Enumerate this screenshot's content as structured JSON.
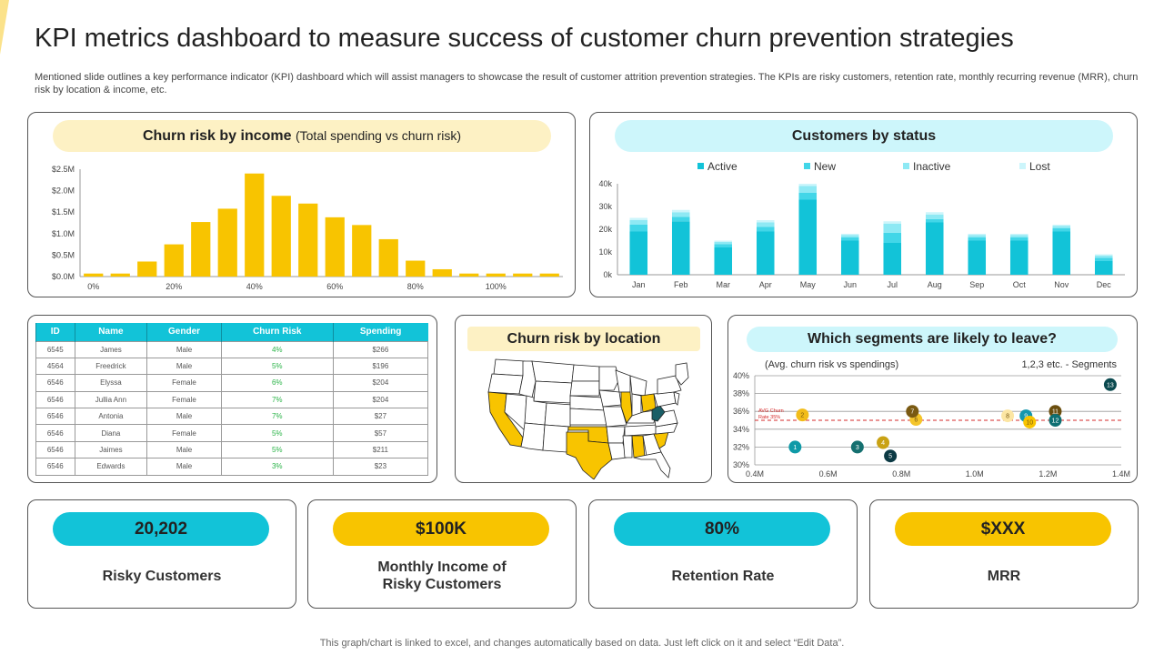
{
  "header": {
    "title": "KPI metrics dashboard to measure success of customer churn prevention strategies",
    "description": "Mentioned slide outlines a key performance indicator (KPI) dashboard which will assist managers to showcase the result of customer attrition prevention strategies. The KPIs are risky customers, retention rate, monthly recurring revenue (MRR), churn risk by location & income, etc."
  },
  "colors": {
    "yellow": "#f8c400",
    "cyan": "#12c3d8",
    "pale_yellow": "#fdf1c4",
    "pale_cyan": "#cdf6fb"
  },
  "income_panel": {
    "title": "Churn risk by income",
    "subtitle": "(Total spending vs churn risk)"
  },
  "status_panel": {
    "title": "Customers by status"
  },
  "location_panel": {
    "title": "Churn risk by location"
  },
  "segments_panel": {
    "title": "Which segments are likely to leave?",
    "note_left": "(Avg. churn risk vs spendings)",
    "note_right": "1,2,3 etc. - Segments",
    "avg_label_1": "AVG Churn",
    "avg_label_2": "Rate 35%"
  },
  "table": {
    "headers": [
      "ID",
      "Name",
      "Gender",
      "Churn Risk",
      "Spending"
    ],
    "rows": [
      [
        "6545",
        "James",
        "Male",
        "4%",
        "$266"
      ],
      [
        "4564",
        "Freedrick",
        "Male",
        "5%",
        "$196"
      ],
      [
        "6546",
        "Elyssa",
        "Female",
        "6%",
        "$204"
      ],
      [
        "6546",
        "Jullia Ann",
        "Female",
        "7%",
        "$204"
      ],
      [
        "6546",
        "Antonia",
        "Male",
        "7%",
        "$27"
      ],
      [
        "6546",
        "Diana",
        "Female",
        "5%",
        "$57"
      ],
      [
        "6546",
        "Jaimes",
        "Male",
        "5%",
        "$211"
      ],
      [
        "6546",
        "Edwards",
        "Male",
        "3%",
        "$23"
      ]
    ]
  },
  "kpis": [
    {
      "value": "20,202",
      "label_1": "Risky Customers",
      "label_2": ""
    },
    {
      "value": "$100K",
      "label_1": "Monthly Income of",
      "label_2": "Risky Customers"
    },
    {
      "value": "80%",
      "label_1": "Retention Rate",
      "label_2": ""
    },
    {
      "value": "$XXX",
      "label_1": "MRR",
      "label_2": ""
    }
  ],
  "footer": "This graph/chart is linked to excel,  and changes automatically based on data. Just left click on it and select “Edit Data”.",
  "chart_data": [
    {
      "type": "bar",
      "title": "Churn risk by income",
      "subtitle": "(Total spending vs churn risk)",
      "x": [
        0,
        6.7,
        13.3,
        20,
        26.7,
        33.3,
        40,
        46.7,
        53.3,
        60,
        66.7,
        73.3,
        80,
        86.7,
        93.3,
        100,
        106.7,
        113.3
      ],
      "values": [
        0.07,
        0.07,
        0.35,
        0.75,
        1.27,
        1.58,
        2.4,
        1.88,
        1.7,
        1.38,
        1.2,
        0.87,
        0.37,
        0.17,
        0.07,
        0.07,
        0.07,
        0.07
      ],
      "y_ticks": [
        "$0.0M",
        "$0.5M",
        "$1.0M",
        "$1.5M",
        "$2.0M",
        "$2.5M"
      ],
      "x_ticks": [
        "0%",
        "20%",
        "40%",
        "60%",
        "80%",
        "100%"
      ],
      "ylim": [
        0,
        2.5
      ],
      "color": "#f8c400"
    },
    {
      "type": "bar",
      "stacked": true,
      "title": "Customers by status",
      "categories": [
        "Jan",
        "Feb",
        "Mar",
        "Apr",
        "May",
        "Jun",
        "Jul",
        "Aug",
        "Sep",
        "Oct",
        "Nov",
        "Dec"
      ],
      "series": [
        {
          "name": "Active",
          "color": "#12c3d8",
          "values": [
            19,
            23.5,
            12,
            19,
            33,
            15,
            14,
            23,
            15,
            15,
            19,
            6
          ]
        },
        {
          "name": "New",
          "color": "#42d6e8",
          "values": [
            3,
            2,
            1.5,
            2,
            3,
            1.5,
            4.5,
            1.5,
            1.5,
            1.5,
            1.5,
            1.5
          ]
        },
        {
          "name": "Inactive",
          "color": "#8ee9f4",
          "values": [
            2,
            2,
            1,
            2,
            3,
            1,
            4,
            2,
            1,
            1,
            1,
            1
          ]
        },
        {
          "name": "Lost",
          "color": "#ccf5fb",
          "values": [
            1,
            1,
            0.5,
            1,
            1,
            0.5,
            1,
            1,
            0.5,
            0.5,
            0.5,
            0.5
          ]
        }
      ],
      "y_ticks": [
        "0k",
        "10k",
        "20k",
        "30k",
        "40k"
      ],
      "ylim": [
        0,
        40
      ],
      "legend": "top"
    },
    {
      "type": "scatter",
      "title": "Which segments are likely to leave?",
      "x_ticks": [
        "0.4M",
        "0.6M",
        "0.8M",
        "1.0M",
        "1.2M",
        "1.4M"
      ],
      "y_ticks": [
        "30%",
        "32%",
        "34%",
        "36%",
        "38%",
        "40%"
      ],
      "xlim": [
        0.4,
        1.4
      ],
      "ylim": [
        30,
        40
      ],
      "reference_line": 35,
      "points": [
        {
          "label": "1",
          "x": 0.51,
          "y": 32,
          "color": "#0f9aa7"
        },
        {
          "label": "2",
          "x": 0.53,
          "y": 35.6,
          "color": "#f2bc18"
        },
        {
          "label": "3",
          "x": 0.68,
          "y": 32,
          "color": "#157070"
        },
        {
          "label": "4",
          "x": 0.75,
          "y": 32.5,
          "color": "#c9a214"
        },
        {
          "label": "5",
          "x": 0.77,
          "y": 31,
          "color": "#0c3a44"
        },
        {
          "label": "6",
          "x": 0.84,
          "y": 35.1,
          "color": "#f4c52a"
        },
        {
          "label": "7",
          "x": 0.83,
          "y": 36,
          "color": "#7a5a12"
        },
        {
          "label": "8",
          "x": 1.09,
          "y": 35.5,
          "color": "#fce6a3"
        },
        {
          "label": "9",
          "x": 1.14,
          "y": 35.5,
          "color": "#1597ad"
        },
        {
          "label": "10",
          "x": 1.15,
          "y": 34.8,
          "color": "#f8c400"
        },
        {
          "label": "11",
          "x": 1.22,
          "y": 36,
          "color": "#6b4e0e"
        },
        {
          "label": "12",
          "x": 1.22,
          "y": 35,
          "color": "#0e6f72"
        },
        {
          "label": "13",
          "x": 1.37,
          "y": 39,
          "color": "#0b4a4f"
        }
      ]
    }
  ]
}
